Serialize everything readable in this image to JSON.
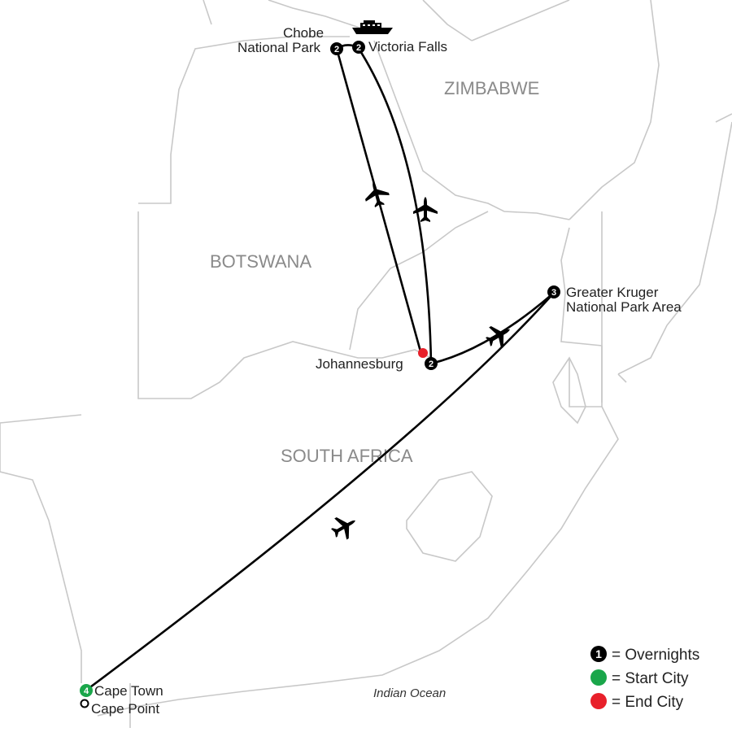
{
  "countries": {
    "zimbabwe": "ZIMBABWE",
    "botswana": "BOTSWANA",
    "south_africa": "SOUTH AFRICA"
  },
  "ocean": "Indian Ocean",
  "stops": {
    "chobe": {
      "line1": "Chobe",
      "line2": "National Park",
      "nights": "2"
    },
    "victoria_falls": {
      "label": "Victoria Falls",
      "nights": "2"
    },
    "johannesburg": {
      "label": "Johannesburg",
      "nights": "2"
    },
    "kruger": {
      "line1": "Greater Kruger",
      "line2": "National Park Area",
      "nights": "3"
    },
    "cape_town": {
      "label": "Cape Town",
      "nights": "4"
    },
    "cape_point": {
      "label": "Cape Point"
    }
  },
  "legend": {
    "overnights_symbol": "1",
    "overnights": "= Overnights",
    "start_city": "= Start City",
    "end_city": "= End City"
  },
  "colors": {
    "start_city": "#1aa64a",
    "end_city": "#e8202a",
    "overnight_badge": "#000000",
    "country_label": "#8a8a8a",
    "border": "#c8c8c8"
  },
  "icons": [
    "boat-icon",
    "plane-icon",
    "overnight-badge-icon",
    "start-city-icon",
    "end-city-icon",
    "sightseeing-stop-icon"
  ]
}
